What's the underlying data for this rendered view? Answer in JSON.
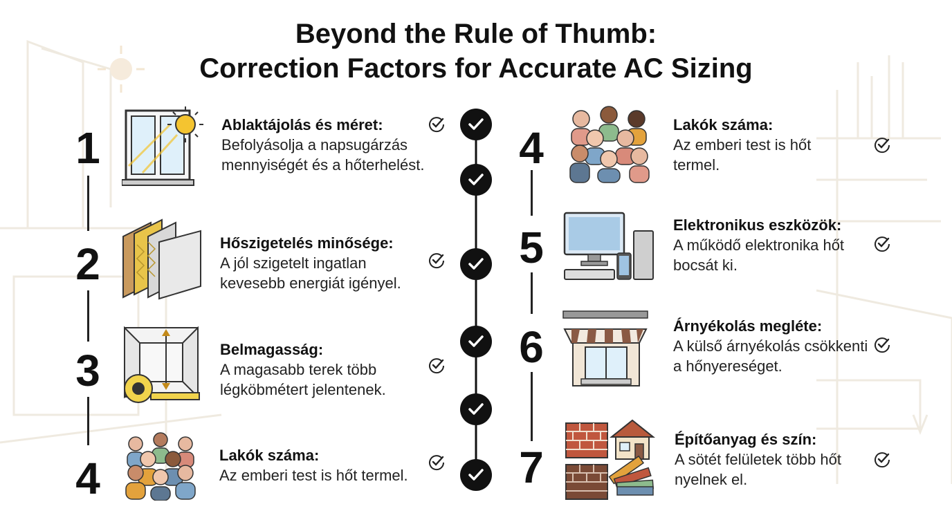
{
  "title": {
    "line1": "Beyond the Rule of Thumb:",
    "line2": "Correction Factors for Accurate AC Sizing"
  },
  "colors": {
    "accent_dark": "#111111",
    "sun": "#f4c430",
    "insulation": "#e8c44a",
    "brick": "#c0573e",
    "awning_stripe": "#8a5a44"
  },
  "left_items": [
    {
      "number": "1",
      "heading": "Ablaktájolás és méret:",
      "body": "Befolyásolja a napsugárzás mennyiségét és a hőterhelést.",
      "icon": "window-sun-icon"
    },
    {
      "number": "2",
      "heading": "Hőszigetelés minősége:",
      "body": "A jól szigetelt ingatlan kevesebb energiát igényel.",
      "icon": "insulation-layers-icon"
    },
    {
      "number": "3",
      "heading": "Belmagasság:",
      "body": "A magasabb terek több légköbmétert jelentenek.",
      "icon": "ceiling-height-tape-icon"
    },
    {
      "number": "4",
      "heading": "Lakók száma:",
      "body": "Az emberi test is hőt termel.",
      "icon": "people-group-icon"
    }
  ],
  "right_items": [
    {
      "number": "4",
      "heading": "Lakók száma:",
      "body": "Az emberi test is hőt termel.",
      "icon": "people-group-icon"
    },
    {
      "number": "5",
      "heading": "Elektronikus eszközök:",
      "body": "A működő elektronika hőt bocsát ki.",
      "icon": "computer-devices-icon"
    },
    {
      "number": "6",
      "heading": "Árnyékolás megléte:",
      "body": "A külső árnyékolás csökkenti a hőnyereséget.",
      "icon": "awning-window-icon"
    },
    {
      "number": "7",
      "heading": "Építőanyag és szín:",
      "body": "A sötét felületek több hőt nyelnek el.",
      "icon": "materials-swatches-icon"
    }
  ]
}
